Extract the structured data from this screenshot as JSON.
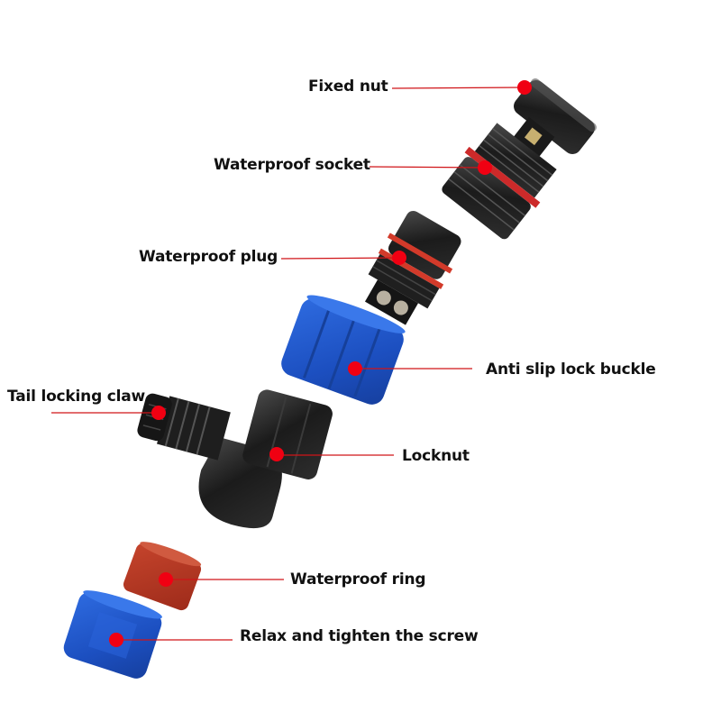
{
  "diagram": {
    "type": "exploded-view",
    "subject": "right-angle waterproof connector",
    "accent_color": "#e0101c",
    "parts": [
      {
        "id": "fixed-nut",
        "label": "Fixed nut"
      },
      {
        "id": "waterproof-socket",
        "label": "Waterproof socket"
      },
      {
        "id": "waterproof-plug",
        "label": "Waterproof plug"
      },
      {
        "id": "anti-slip-lock-buckle",
        "label": "Anti slip lock buckle"
      },
      {
        "id": "tail-locking-claw",
        "label": "Tail locking claw"
      },
      {
        "id": "locknut",
        "label": "Locknut"
      },
      {
        "id": "waterproof-ring",
        "label": "Waterproof ring"
      },
      {
        "id": "relax-and-tighten-screw",
        "label": "Relax and tighten the screw"
      }
    ]
  }
}
